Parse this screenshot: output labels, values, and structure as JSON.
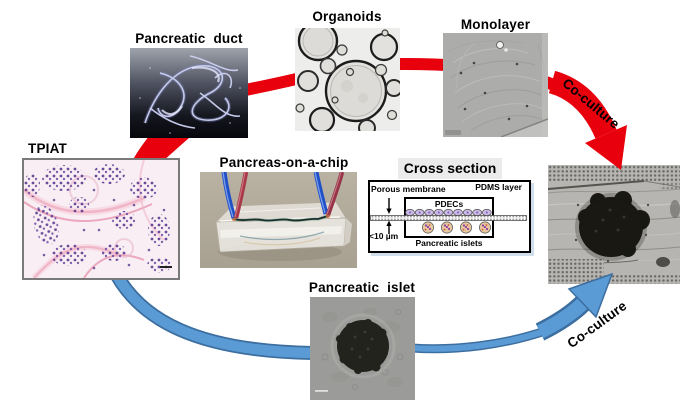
{
  "figure": {
    "labels": {
      "tpiat": "TPIAT",
      "pancreatic_duct": "Pancreatic duct",
      "organoids": "Organoids",
      "monolayer": "Monolayer",
      "chip": "Pancreas-on-a-chip",
      "islet": "Pancreatic islet",
      "coculture_top": "Co-culture",
      "coculture_bottom": "Co-culture"
    },
    "cross_section": {
      "title": "Cross section",
      "pdms_layer": "PDMS layer",
      "porous_membrane": "Porous membrane",
      "pdecs": "PDECs",
      "pore_size": "<10 µm",
      "pancreatic_islets": "Pancreatic islets"
    },
    "colors": {
      "red_arrow": "#e8000d",
      "blue_arrow_fill": "#5b9bd5",
      "blue_arrow_edge": "#3c6e9f"
    }
  }
}
